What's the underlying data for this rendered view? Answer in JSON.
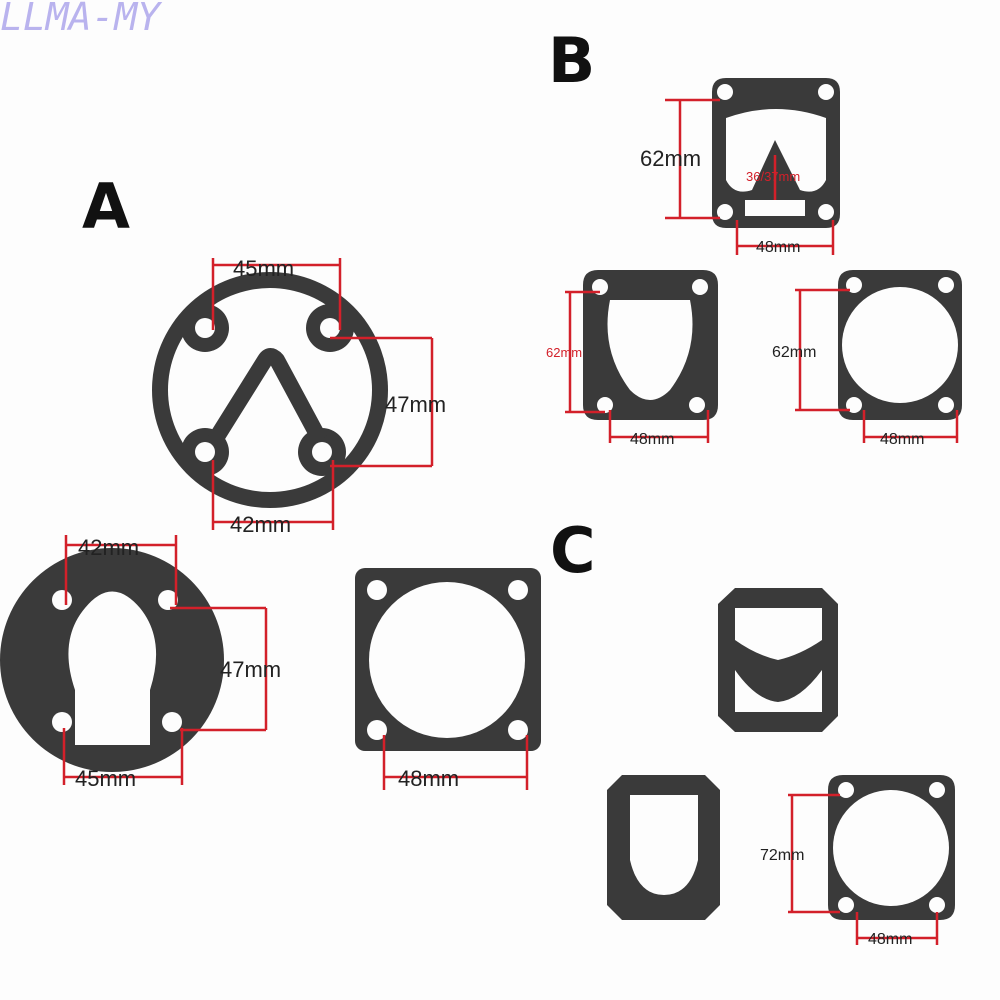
{
  "watermark": "LLMA-MY",
  "accent_color": "#d3202a",
  "sections": {
    "a": {
      "letter": "A",
      "gasket1": {
        "top": "45mm",
        "right": "47mm",
        "bottom": "42mm"
      },
      "gasket2": {
        "top": "42mm",
        "right": "47mm",
        "bottom": "45mm"
      },
      "gasket3": {
        "bottom": "48mm"
      }
    },
    "b": {
      "letter": "B",
      "gasket1": {
        "left": "62mm",
        "inner": "36/37mm",
        "bottom": "48mm"
      },
      "gasket2": {
        "left": "62mm",
        "bottom": "48mm"
      },
      "gasket3": {
        "left": "62mm",
        "bottom": "48mm"
      }
    },
    "c": {
      "letter": "C",
      "gasket3": {
        "left": "72mm",
        "bottom": "48mm"
      }
    }
  }
}
